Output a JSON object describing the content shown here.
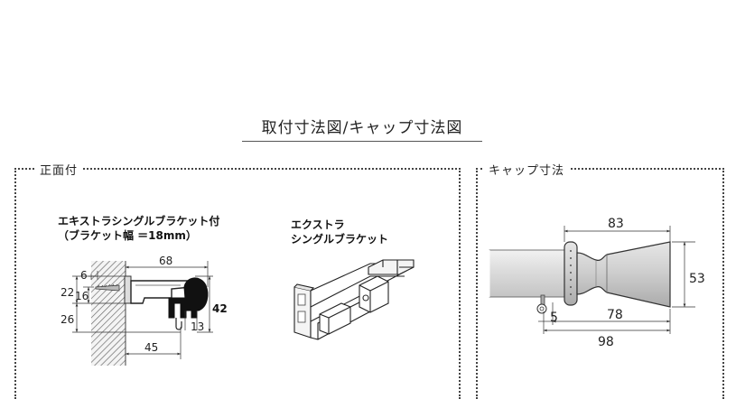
{
  "title": "取付寸法図/キャップ寸法図",
  "front": {
    "label": "正面付",
    "product_line1": "エキストラシングルブラケット付",
    "product_line2": "（ブラケット幅 ＝18mm）",
    "dims": {
      "d68": "68",
      "d6": "6",
      "d22": "22",
      "d16": "16",
      "d26": "26",
      "d42": "42",
      "d13": "13",
      "d45": "45"
    },
    "bracket_line1": "エクストラ",
    "bracket_line2": "シングルブラケット"
  },
  "cap": {
    "label": "キャップ寸法",
    "dims": {
      "d83": "83",
      "d53": "53",
      "d5": "5",
      "d78": "78",
      "d98": "98"
    }
  }
}
